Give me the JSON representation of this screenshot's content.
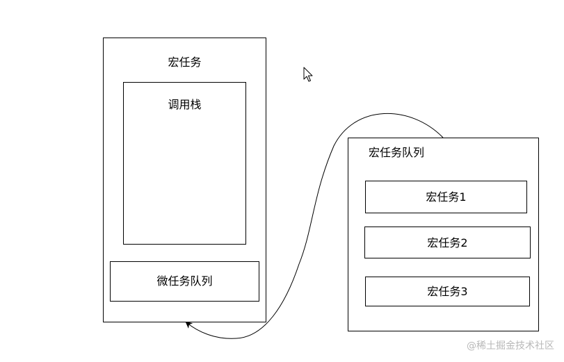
{
  "macro_task": {
    "title": "宏任务",
    "call_stack": {
      "label": "调用栈"
    },
    "microtask_queue": {
      "label": "微任务队列"
    }
  },
  "macro_task_queue": {
    "title": "宏任务队列",
    "items": [
      {
        "label": "宏任务1"
      },
      {
        "label": "宏任务2"
      },
      {
        "label": "宏任务3"
      }
    ]
  },
  "watermark": "@稀土掘金技术社区",
  "colors": {
    "stroke": "#000000",
    "background": "#ffffff",
    "watermark": "#b8b8b8"
  },
  "icons": {
    "cursor": "mouse-pointer-icon",
    "arrowhead": "arrowhead-icon"
  }
}
